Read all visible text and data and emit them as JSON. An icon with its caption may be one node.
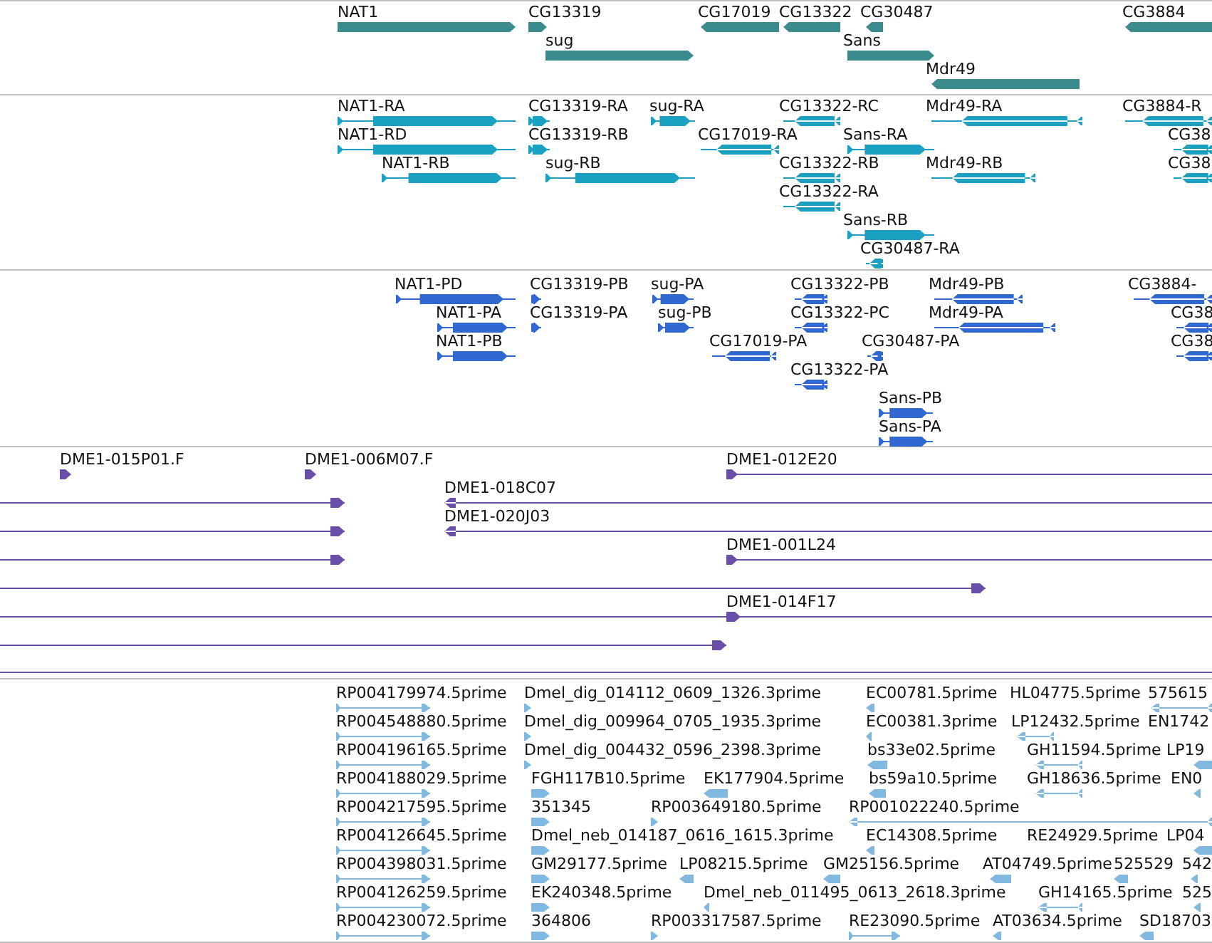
{
  "diagram": {
    "labels": [
      "NAT1",
      "CG13319",
      "CG17019",
      "CG13322",
      "CG30487",
      "CG3884",
      "sug",
      "Sans",
      "Mdr49",
      "NAT1-RA",
      "CG13319-RA",
      "sug-RA",
      "CG13322-RC",
      "Mdr49-RA",
      "CG3884-R",
      "NAT1-RD",
      "CG13319-RB",
      "CG17019-RA",
      "Sans-RA",
      "CG38",
      "NAT1-RB",
      "sug-RB",
      "CG13322-RB",
      "Mdr49-RB",
      "CG38",
      "CG13322-RA",
      "Sans-RB",
      "CG30487-RA",
      "NAT1-PD",
      "CG13319-PB",
      "sug-PA",
      "CG13322-PB",
      "Mdr49-PB",
      "CG3884-",
      "NAT1-PA",
      "CG13319-PA",
      "sug-PB",
      "CG13322-PC",
      "Mdr49-PA",
      "CG38",
      "NAT1-PB",
      "CG17019-PA",
      "CG30487-PA",
      "CG38",
      "CG13322-PA",
      "Sans-PB",
      "Sans-PA",
      "DME1-015P01.F",
      "DME1-006M07.F",
      "DME1-012E20",
      "DME1-018C07",
      "DME1-020J03",
      "DME1-001L24",
      "DME1-014F17",
      "RP004179974.5prime",
      "Dmel_dig_014112_0609_1326.3prime",
      "EC00781.5prime",
      "HL04775.5prime",
      "575615",
      "RP004548880.5prime",
      "Dmel_dig_009964_0705_1935.3prime",
      "EC00381.3prime",
      "LP12432.5prime",
      "EN1742",
      "RP004196165.5prime",
      "Dmel_dig_004432_0596_2398.3prime",
      "bs33e02.5prime",
      "GH11594.5prime",
      "LP19",
      "RP004188029.5prime",
      "FGH117B10.5prime",
      "EK177904.5prime",
      "bs59a10.5prime",
      "GH18636.5prime",
      "EN0",
      "RP004217595.5prime",
      "351345",
      "RP003649180.5prime",
      "RP001022240.5prime",
      "RP004126645.5prime",
      "Dmel_neb_014187_0616_1615.3prime",
      "EC14308.5prime",
      "RE24929.5prime",
      "LP04",
      "RP004398031.5prime",
      "GM29177.5prime",
      "LP08215.5prime",
      "GM25156.5prime",
      "AT04749.5prime",
      "525529",
      "542",
      "RP004126259.5prime",
      "EK240348.5prime",
      "Dmel_neb_011495_0613_2618.3prime",
      "GH14165.5prime",
      "525",
      "RP004230072.5prime",
      "364806",
      "RP003317587.5prime",
      "RE23090.5prime",
      "AT03634.5prime",
      "SD18703"
    ]
  }
}
